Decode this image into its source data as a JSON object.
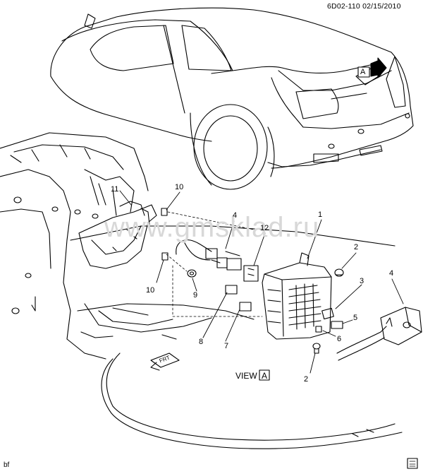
{
  "header": {
    "code": "6D02-110",
    "date": "02/15/2010"
  },
  "watermark": "www.gmsklad.ru",
  "view": {
    "label": "VIEW",
    "letter": "A"
  },
  "car_marker": "A",
  "frt_text": "FRT",
  "footer_tag": "bf",
  "callouts": [
    "1",
    "2",
    "2",
    "3",
    "4",
    "4",
    "5",
    "6",
    "7",
    "8",
    "9",
    "10",
    "10",
    "11",
    "12"
  ]
}
